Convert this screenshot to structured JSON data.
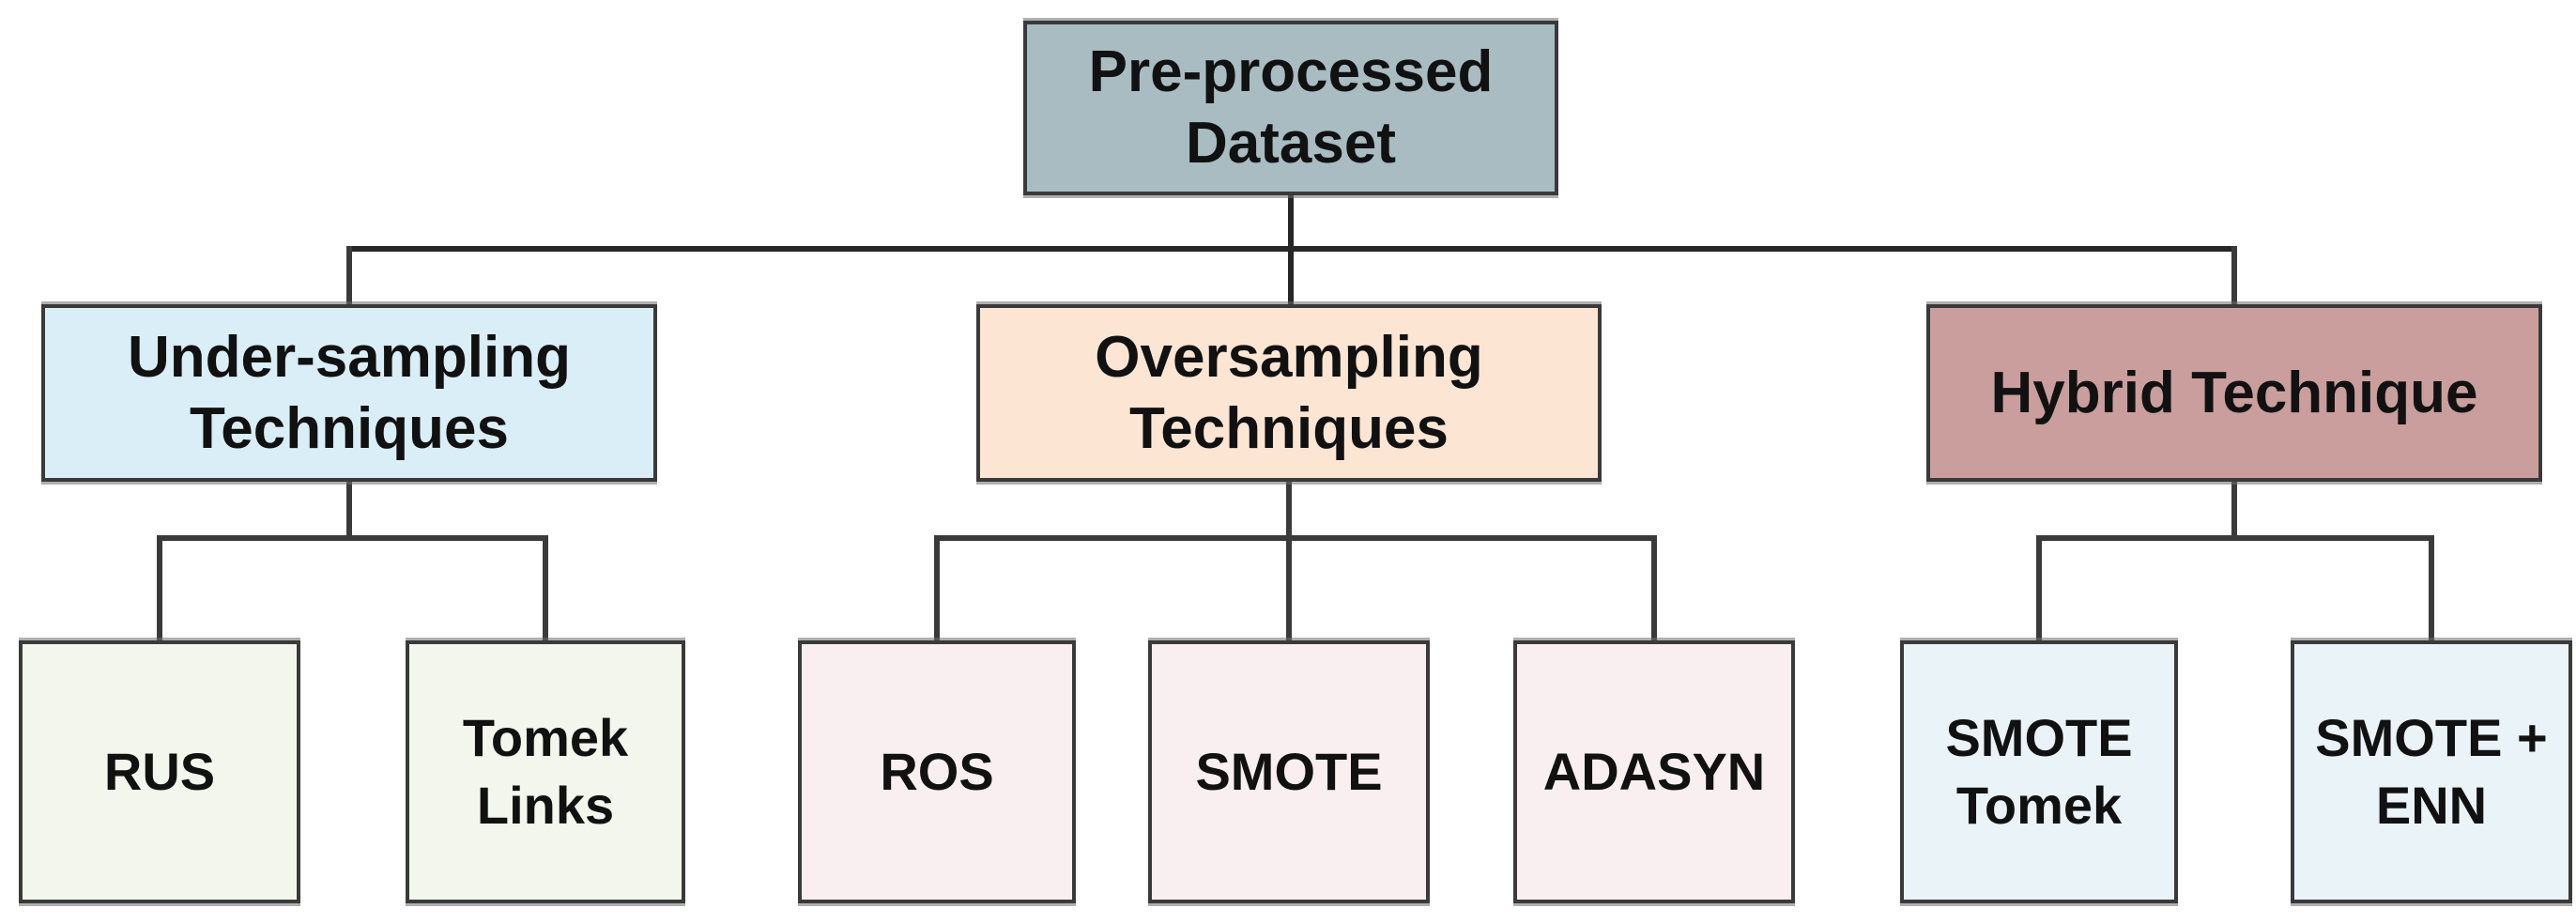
{
  "diagram": {
    "background": "#ffffff",
    "connector_color": "#3a3a3a",
    "border_color": "#3a3a3a",
    "text_color": "#111111",
    "root": {
      "label": "Pre-processed Dataset",
      "fill": "#a8bcc2"
    },
    "branches": [
      {
        "label": "Under-sampling Techniques",
        "fill": "#d9eef6",
        "leaves": [
          {
            "label": "RUS",
            "fill": "#f3f6ec"
          },
          {
            "label": "Tomek Links",
            "fill": "#f3f6ec"
          }
        ]
      },
      {
        "label": "Oversampling Techniques",
        "fill": "#fde5d3",
        "leaves": [
          {
            "label": "ROS",
            "fill": "#faeff0"
          },
          {
            "label": "SMOTE",
            "fill": "#faeff0"
          },
          {
            "label": "ADASYN",
            "fill": "#faeff0"
          }
        ]
      },
      {
        "label": "Hybrid Technique",
        "fill": "#c99e9c",
        "leaves": [
          {
            "label": "SMOTE Tomek",
            "fill": "#eaf4f8"
          },
          {
            "label": "SMOTE + ENN",
            "fill": "#eaf4f8"
          }
        ]
      }
    ]
  }
}
